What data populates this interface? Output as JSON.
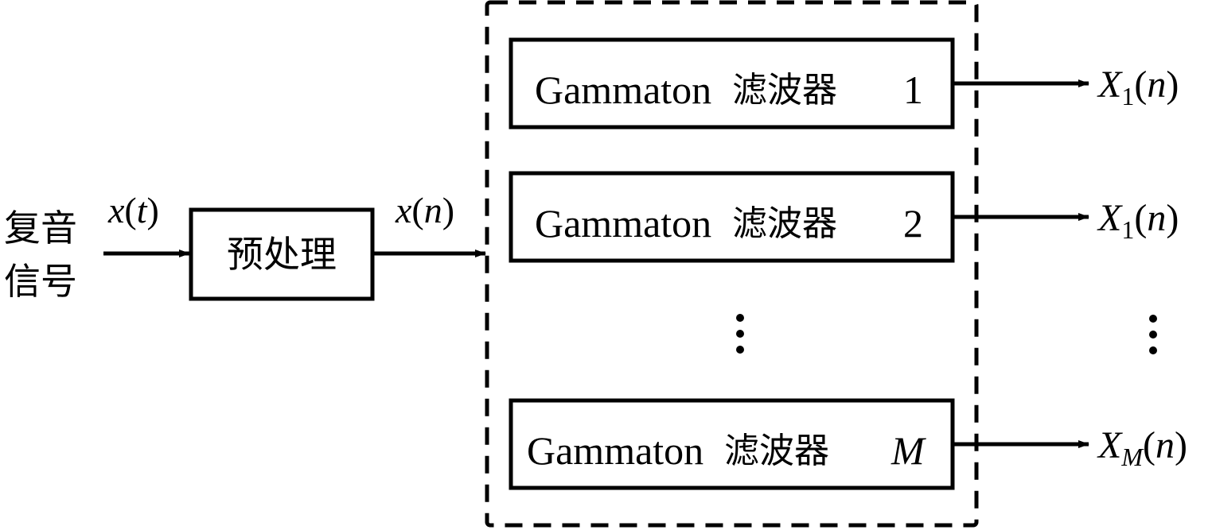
{
  "colors": {
    "stroke": "#000000",
    "background": "#ffffff"
  },
  "input": {
    "label_line1": "复音",
    "label_line2": "信号",
    "signal_label_var": "x",
    "signal_label_arg": "t"
  },
  "preprocess": {
    "label": "预处理",
    "output_var": "x",
    "output_arg": "n"
  },
  "filterbank": {
    "filters": [
      {
        "name": "Gammaton",
        "suffix": "滤波器",
        "index": "1",
        "index_italic": false,
        "output_var": "X",
        "output_sub": "1",
        "output_arg": "n"
      },
      {
        "name": "Gammaton",
        "suffix": "滤波器",
        "index": "2",
        "index_italic": false,
        "output_var": "X",
        "output_sub": "1",
        "output_arg": "n"
      },
      {
        "name": "Gammaton",
        "suffix": "滤波器",
        "index": "M",
        "index_italic": true,
        "output_var": "X",
        "output_sub": "M",
        "output_arg": "n"
      }
    ],
    "ellipsis": "⋮"
  }
}
